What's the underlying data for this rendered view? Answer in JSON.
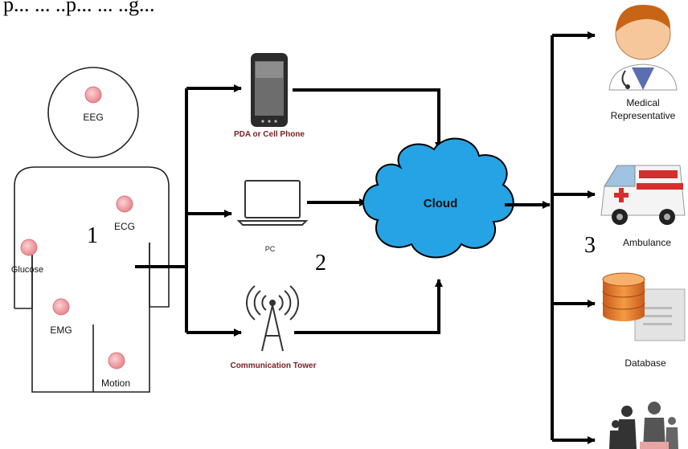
{
  "top_text": "p... ... ..p... ... ..g...",
  "sensors": {
    "eeg": "EEG",
    "ecg": "ECG",
    "glucose": "Glucose",
    "emg": "EMG",
    "motion": "Motion"
  },
  "stage_numbers": {
    "one": "1",
    "two": "2",
    "three": "3"
  },
  "devices": {
    "phone": "PDA or Cell Phone",
    "pc": "PC",
    "tower": "Communication Tower"
  },
  "cloud_label": "Cloud",
  "outputs": {
    "medical": {
      "line1": "Medical",
      "line2": "Representative"
    },
    "ambulance": "Ambulance",
    "database": "Database"
  },
  "colors": {
    "sensor_fill": "#f2a3a8",
    "cloud_fill": "#2aa7e6",
    "device_label": "#7a1f1f",
    "line": "#000000"
  }
}
